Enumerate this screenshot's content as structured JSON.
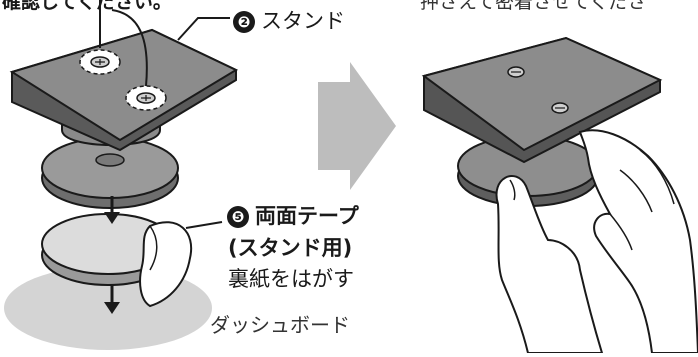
{
  "labels": {
    "top_left_fragment": "確認してください。",
    "top_right_fragment": "押さえて密着させてくださ",
    "stand_marker": "❷",
    "stand_text": "スタンド",
    "tape_marker": "❺",
    "tape_line1": "両面テープ",
    "tape_line2": "(スタンド用)",
    "tape_line3": "裏紙をはがす",
    "dashboard": "ダッシュボード"
  },
  "colors": {
    "plate_top": "#8c8c8c",
    "plate_edge": "#5a5a5a",
    "disc": "#9a9a9a",
    "disc_dark": "#6e6e6e",
    "tape": "#d9d9d9",
    "dashboard": "#d4d4d4",
    "arrow": "#bdbdbd",
    "outline": "#1a1a1a",
    "hand": "#ffffff"
  },
  "icons": [
    "screw-icon",
    "down-arrow-icon",
    "right-arrow-icon",
    "hand-icon"
  ]
}
